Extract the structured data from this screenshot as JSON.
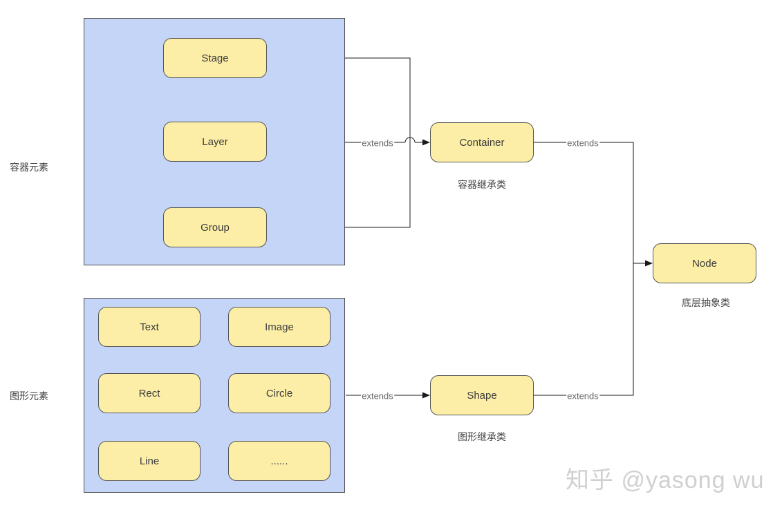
{
  "diagram": {
    "edge_label": "extends",
    "container_group": {
      "label": "容器元素",
      "nodes": [
        {
          "label": "Stage"
        },
        {
          "label": "Layer"
        },
        {
          "label": "Group"
        }
      ]
    },
    "shape_group": {
      "label": "图形元素",
      "nodes": [
        {
          "label": "Text"
        },
        {
          "label": "Image"
        },
        {
          "label": "Rect"
        },
        {
          "label": "Circle"
        },
        {
          "label": "Line"
        },
        {
          "label": "......"
        }
      ]
    },
    "container_class": {
      "label": "Container",
      "caption": "容器继承类"
    },
    "shape_class": {
      "label": "Shape",
      "caption": "图形继承类"
    },
    "base_class": {
      "label": "Node",
      "caption": "底层抽象类"
    },
    "colors": {
      "group_fill": "#c5d5f7",
      "group_stroke": "#4a4a4a",
      "node_fill": "#fceea7",
      "node_stroke": "#545454",
      "connector": "#1a1a1a",
      "edge_label_text": "#666666"
    }
  },
  "watermark": {
    "text": "知乎 @yasong wu"
  }
}
